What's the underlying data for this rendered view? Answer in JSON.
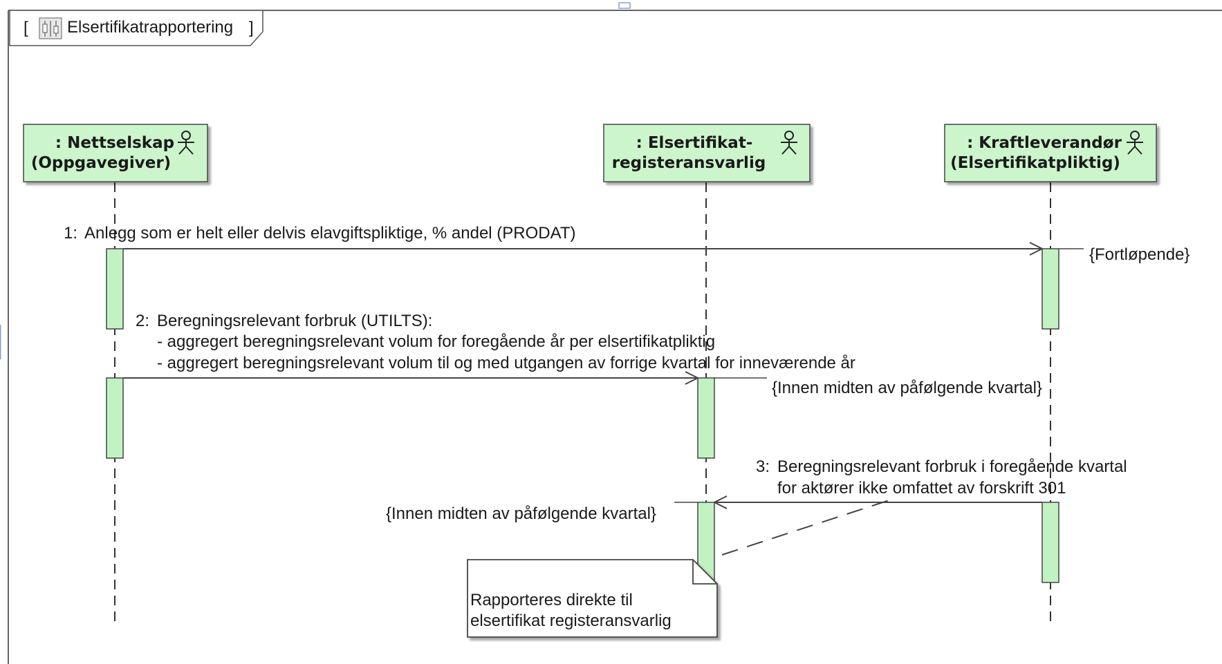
{
  "frame": {
    "title_open": "[",
    "title": "Elsertifikatrapportering",
    "title_close": "]",
    "icon": "sequence-diagram-icon"
  },
  "lifelines": [
    {
      "line1": ": Nettselskap",
      "line2": "(Oppgavegiver)",
      "icon": "actor-icon"
    },
    {
      "line1": ": Elsertifikat-",
      "line2": "registeransvarlig",
      "icon": "actor-icon"
    },
    {
      "line1": ": Kraftleverandør",
      "line2": "(Elsertifikatpliktig)",
      "icon": "actor-icon"
    }
  ],
  "messages": [
    {
      "number": "1:",
      "lines": [
        "Anlegg som er helt eller delvis elavgiftspliktige, % andel (PRODAT)"
      ],
      "constraint": "{Fortløpende}"
    },
    {
      "number": "2:",
      "lines": [
        "Beregningsrelevant forbruk (UTILTS):",
        "- aggregert beregningsrelevant volum for foregående år per elsertifikatpliktig",
        "- aggregert beregningsrelevant volum til og med utgangen av forrige kvartal for inneværende år"
      ],
      "constraint": "{Innen midten av påfølgende kvartal}"
    },
    {
      "number": "3:",
      "lines": [
        "Beregningsrelevant forbruk i foregående kvartal",
        "for aktører ikke omfattet av forskrift 301"
      ],
      "constraint": "{Innen midten av påfølgende kvartal}"
    }
  ],
  "note": {
    "lines": [
      "Rapporteres direkte til",
      "elsertifikat registeransvarlig"
    ]
  },
  "colors": {
    "lifeline_fill": "#ccf5cc",
    "activation_fill": "#c2f2c2",
    "stroke": "#444444"
  }
}
